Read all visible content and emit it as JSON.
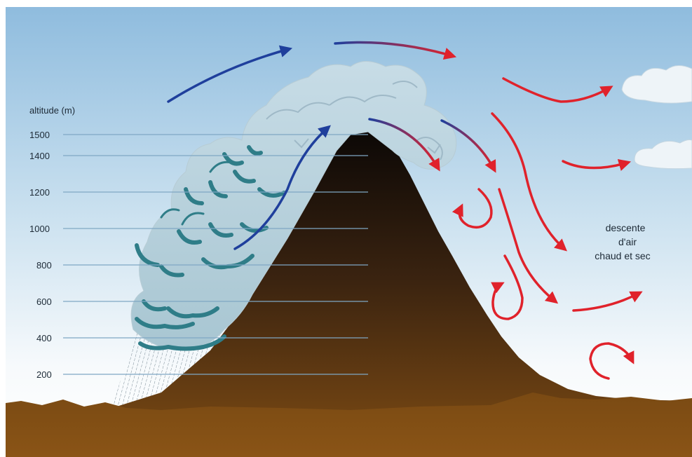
{
  "altitude_axis": {
    "title": "altitude (m)",
    "ticks": [
      "1500",
      "1400",
      "1200",
      "1000",
      "800",
      "600",
      "400",
      "200"
    ]
  },
  "annotation": {
    "lines": [
      "descente",
      "d'air",
      "chaud et sec"
    ]
  },
  "colors": {
    "sky_top": "#93bfdf",
    "sky_bottom": "#f4f8fb",
    "mountain_top": "#0e0a07",
    "mountain_bottom": "#7a4a12",
    "rising_air": "#1f3f9c",
    "descending_air": "#e0222b",
    "cloud_edge": "#2f7d88"
  }
}
